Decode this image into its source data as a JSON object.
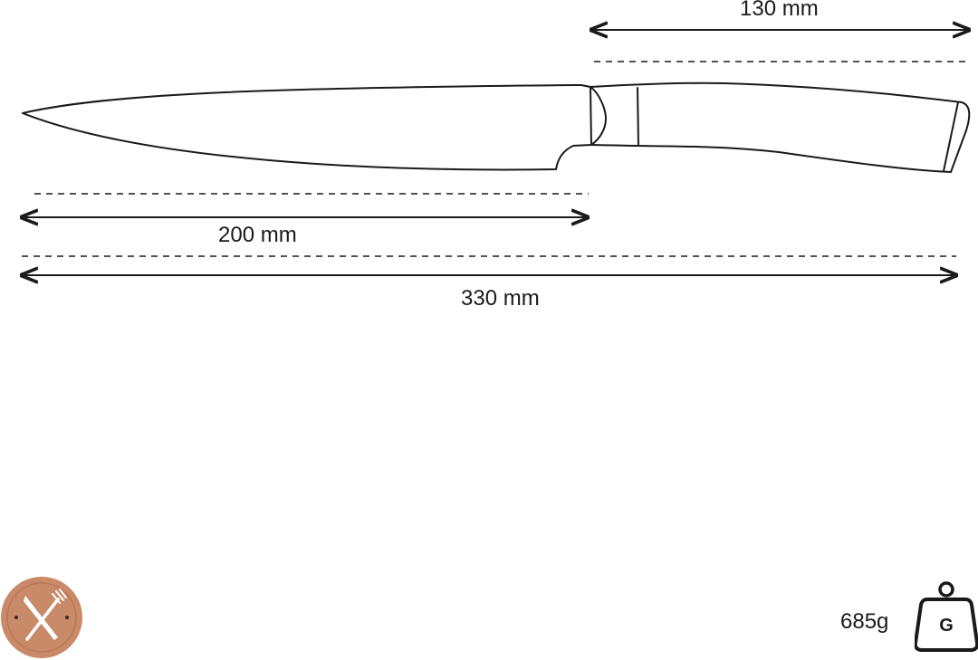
{
  "dimensions": {
    "handle_length": "130 mm",
    "blade_length": "200 mm",
    "total_length": "330 mm"
  },
  "weight": {
    "value": "685g",
    "icon_letter": "G",
    "icon": "weight-icon"
  },
  "logo": {
    "icon": "knife-fork-badge-icon",
    "color": "#c98a69"
  },
  "colors": {
    "line": "#1a1a1a",
    "background": "#ffffff"
  }
}
